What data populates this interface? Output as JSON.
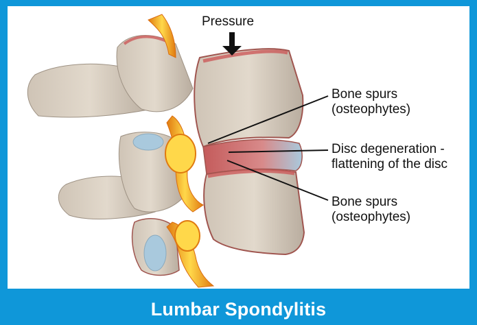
{
  "labels": {
    "pressure": "Pressure",
    "bone_spurs_top": {
      "line1": "Bone spurs",
      "line2": "(osteophytes)"
    },
    "disc_degeneration": {
      "line1": "Disc degeneration -",
      "line2": "flattening of the disc"
    },
    "bone_spurs_bottom": {
      "line1": "Bone spurs",
      "line2": "(osteophytes)"
    }
  },
  "footer": {
    "title": "Lumbar Spondylitis"
  },
  "colors": {
    "frame": "#0f97d9",
    "bone": "#d9cfc2",
    "bone_shadow": "#a89c8e",
    "inflamed": "#c94d4d",
    "nerve": "#f4a81a",
    "nerve_core": "#ffd84a",
    "disc": "#a9c9dd"
  }
}
